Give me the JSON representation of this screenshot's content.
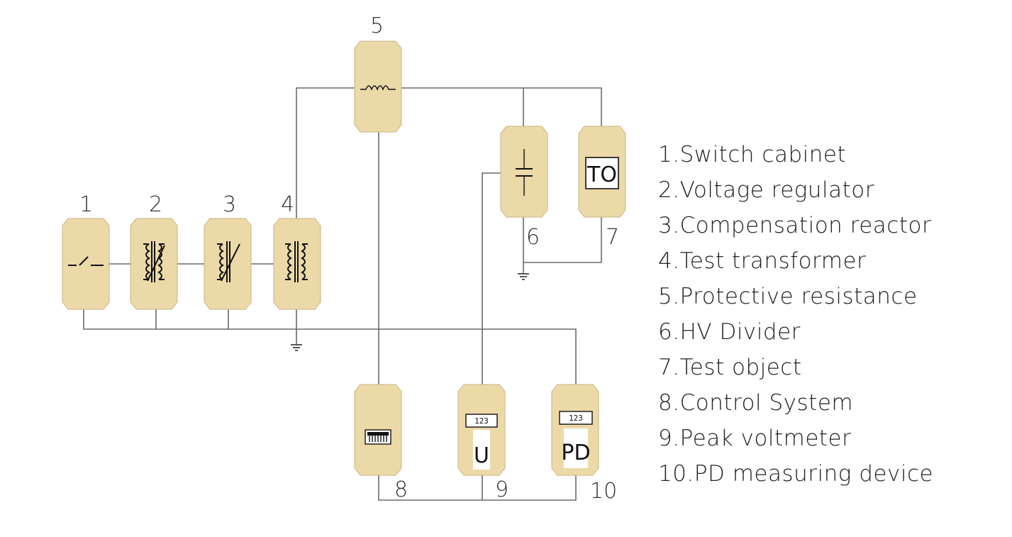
{
  "components": {
    "c1": {
      "number": "1"
    },
    "c2": {
      "number": "2"
    },
    "c3": {
      "number": "3"
    },
    "c4": {
      "number": "4"
    },
    "c5": {
      "number": "5"
    },
    "c6": {
      "number": "6"
    },
    "c7": {
      "number": "7",
      "text": "TO"
    },
    "c8": {
      "number": "8"
    },
    "c9": {
      "number": "9",
      "display": "123",
      "text": "U"
    },
    "c10": {
      "number": "10",
      "display": "123",
      "text": "PD"
    }
  },
  "legend": [
    "1.Switch cabinet",
    "2.Voltage regulator",
    "3.Compensation reactor",
    "4.Test transformer",
    "5.Protective resistance",
    "6.HV Divider",
    "7.Test object",
    "8.Control System",
    "9.Peak voltmeter",
    "10.PD measuring device"
  ],
  "colors": {
    "box_fill": "#ecd9a8",
    "wire": "#6b6b6b"
  }
}
